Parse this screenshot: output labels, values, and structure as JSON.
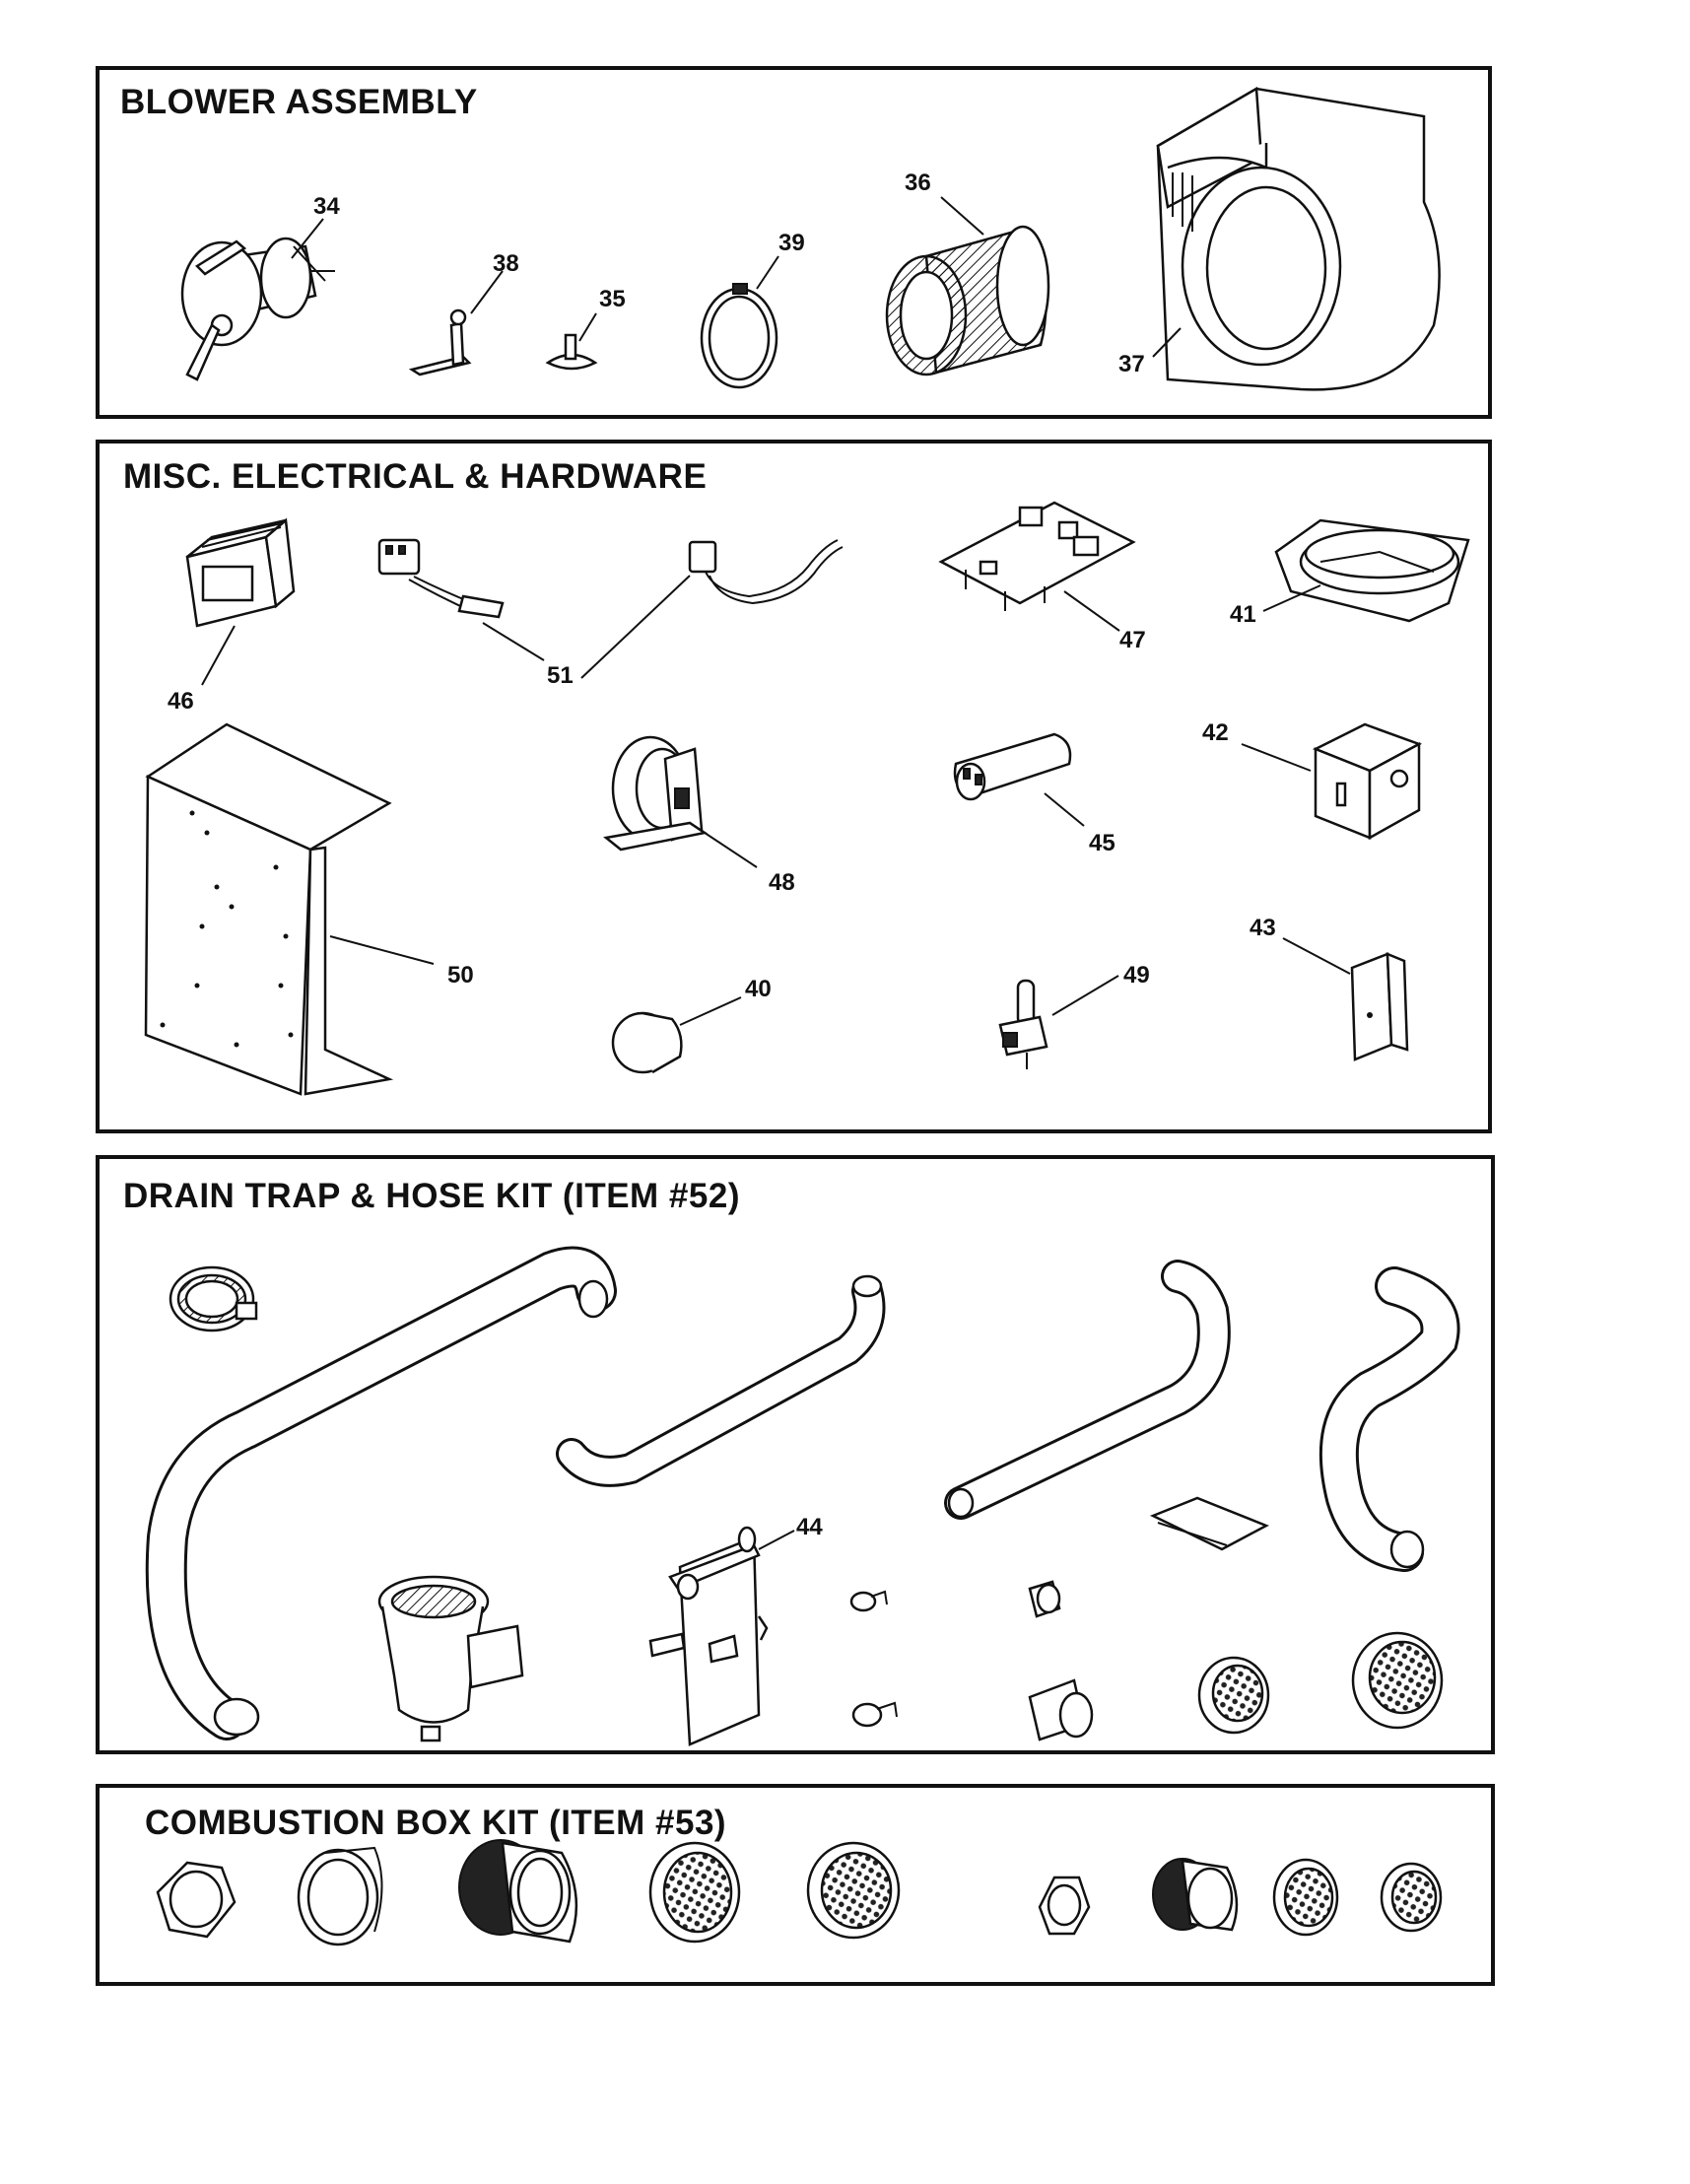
{
  "panels": {
    "blower": {
      "title": "BLOWER ASSEMBLY",
      "callouts": {
        "p34": "34",
        "p38": "38",
        "p35": "35",
        "p39": "39",
        "p36": "36",
        "p37": "37"
      }
    },
    "misc": {
      "title": "MISC. ELECTRICAL & HARDWARE",
      "callouts": {
        "p46": "46",
        "p51": "51",
        "p47": "47",
        "p41": "41",
        "p48": "48",
        "p45": "45",
        "p42": "42",
        "p50": "50",
        "p40": "40",
        "p49": "49",
        "p43": "43"
      }
    },
    "drain": {
      "title": "DRAIN TRAP & HOSE KIT (ITEM #52)",
      "callouts": {
        "p44": "44"
      }
    },
    "combustion": {
      "title": "COMBUSTION BOX KIT (ITEM #53)"
    }
  }
}
